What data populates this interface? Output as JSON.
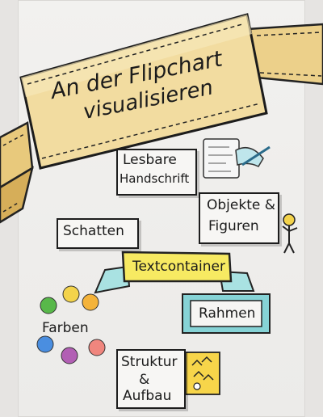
{
  "title": {
    "line1": "An der Flipchart",
    "line2": "visualisieren"
  },
  "items": {
    "lesbare": {
      "line1": "Lesbare",
      "line2": "Handschrift"
    },
    "objekte": {
      "line1": "Objekte &",
      "line2": "Figuren"
    },
    "schatten": "Schatten",
    "textcontainer": "Textcontainer",
    "rahmen": "Rahmen",
    "farben": "Farben",
    "struktur": {
      "line1": "Struktur",
      "line2": "&",
      "line3": "Aufbau"
    }
  },
  "colors": {
    "banner": "#f2dca0",
    "textcontainer": "#f7ea62",
    "rahmen_frame": "#86d3d6",
    "dots": [
      "#f0c53a",
      "#f4b33a",
      "#f0867e",
      "#b25fb4",
      "#4a8ee0",
      "#58b84a",
      "#f3d34b"
    ]
  }
}
